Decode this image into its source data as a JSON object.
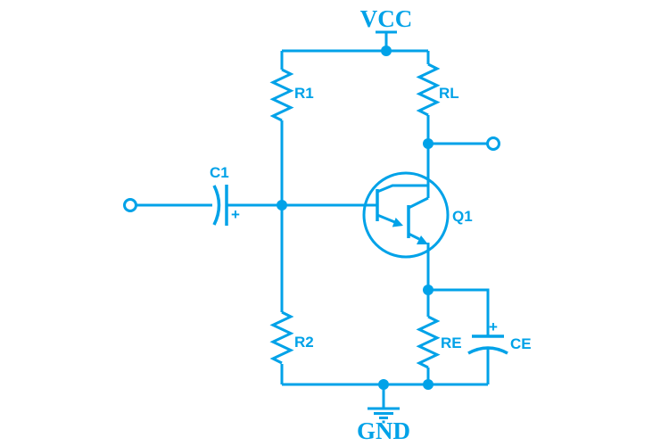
{
  "diagram": {
    "type": "circuit-schematic",
    "description": "Common emitter amplifier: voltage-divider biased Darlington NPN transistor with collector load, emitter resistor and bypass capacitor, AC-coupled input",
    "colors": {
      "line": "#00A2E8",
      "background": "#FFFFFF"
    },
    "labels": {
      "vcc": "VCC",
      "gnd": "GND",
      "r1": "R1",
      "rl": "RL",
      "r2": "R2",
      "re": "RE",
      "ce": "CE",
      "c1": "C1",
      "q1": "Q1",
      "c1_polarity": "+",
      "ce_polarity": "+"
    },
    "components": [
      {
        "ref": "VCC",
        "type": "power-terminal",
        "connection": "top supply rail"
      },
      {
        "ref": "R1",
        "type": "resistor",
        "connection": "VCC rail to base node"
      },
      {
        "ref": "R2",
        "type": "resistor",
        "connection": "base node to ground rail"
      },
      {
        "ref": "RL",
        "type": "resistor",
        "connection": "VCC rail to collector / output node"
      },
      {
        "ref": "RE",
        "type": "resistor",
        "connection": "emitter node to ground rail"
      },
      {
        "ref": "C1",
        "type": "polarized-capacitor",
        "connection": "input terminal to base node, plus toward base"
      },
      {
        "ref": "CE",
        "type": "polarized-capacitor",
        "connection": "emitter node to ground rail, bypass, plus on top"
      },
      {
        "ref": "Q1",
        "type": "npn-darlington-transistor",
        "connection": "base from R1/R2/C1 node, collector to RL and output terminal, emitter to RE/CE node"
      },
      {
        "ref": "GND",
        "type": "ground-terminal",
        "connection": "bottom rail"
      },
      {
        "ref": "input",
        "type": "open-circle-terminal",
        "connection": "left, into C1"
      },
      {
        "ref": "output",
        "type": "open-circle-terminal",
        "connection": "right, from collector node"
      }
    ]
  }
}
